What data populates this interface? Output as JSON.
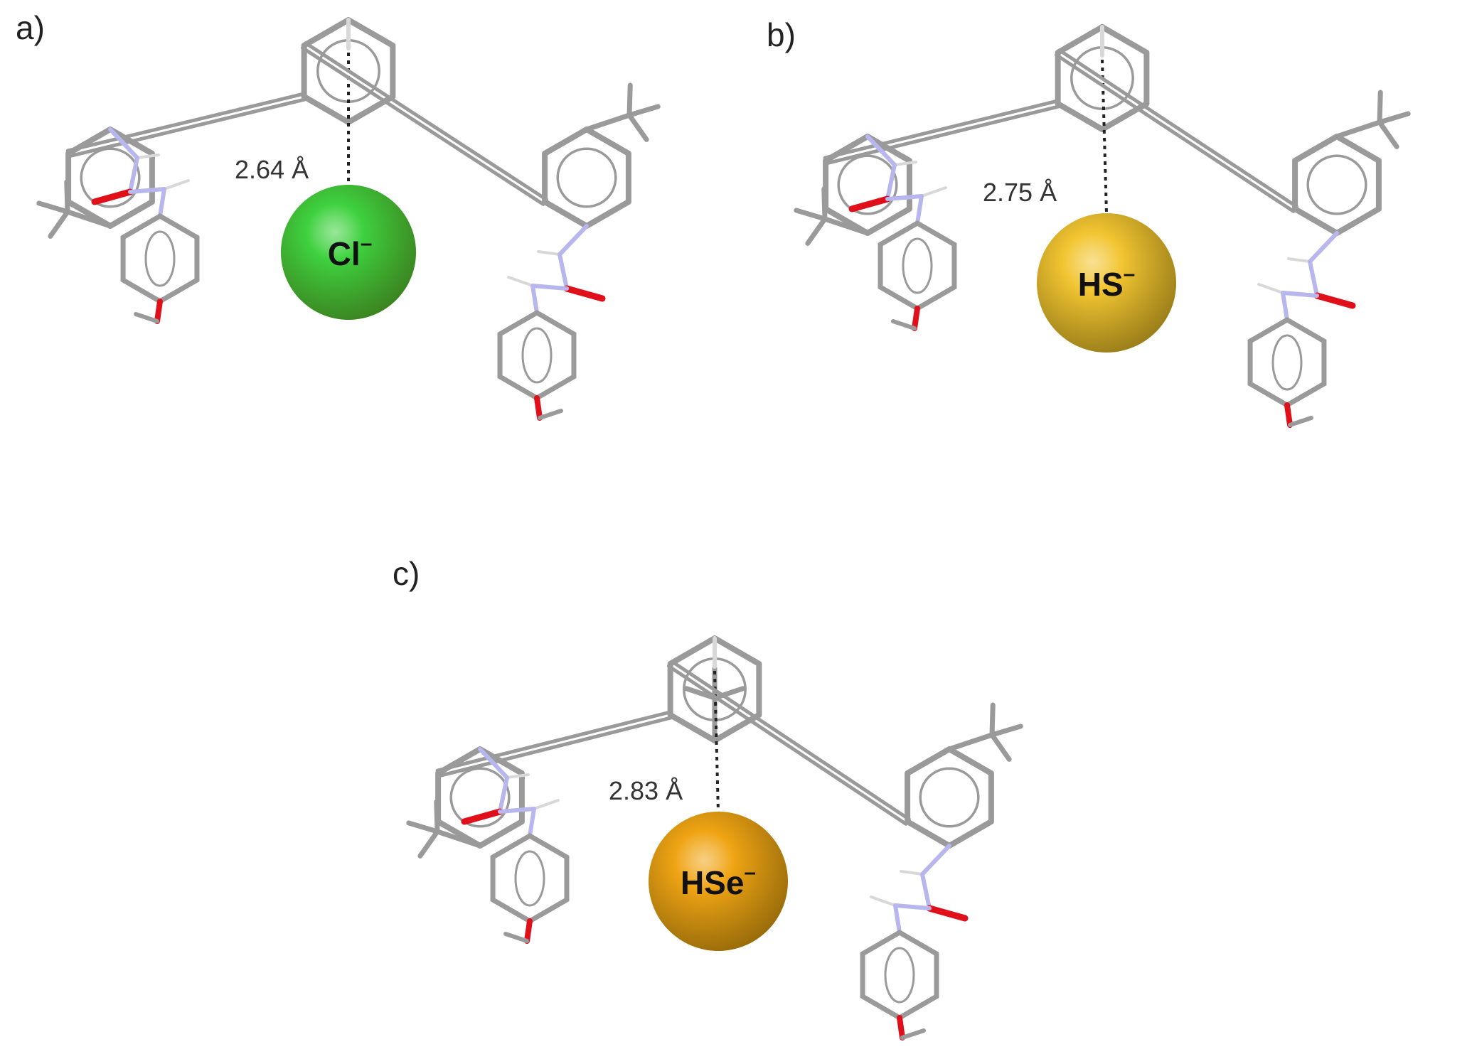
{
  "figure": {
    "panels": [
      {
        "id": "a",
        "label": "a)",
        "distance": "2.64 Å",
        "ion": "Cl",
        "charge": "–",
        "ion_color": "#3ed13e"
      },
      {
        "id": "b",
        "label": "b)",
        "distance": "2.75 Å",
        "ion": "HS",
        "charge": "–",
        "ion_color": "#f2c531"
      },
      {
        "id": "c",
        "label": "c)",
        "distance": "2.83 Å",
        "ion": "HSe",
        "charge": "–",
        "ion_color": "#f0a414"
      }
    ],
    "atom_colors": {
      "carbon": "#9a9a9a",
      "hydrogen": "#d8d8d8",
      "nitrogen": "#b7b7ee",
      "oxygen": "#e0101a"
    }
  }
}
